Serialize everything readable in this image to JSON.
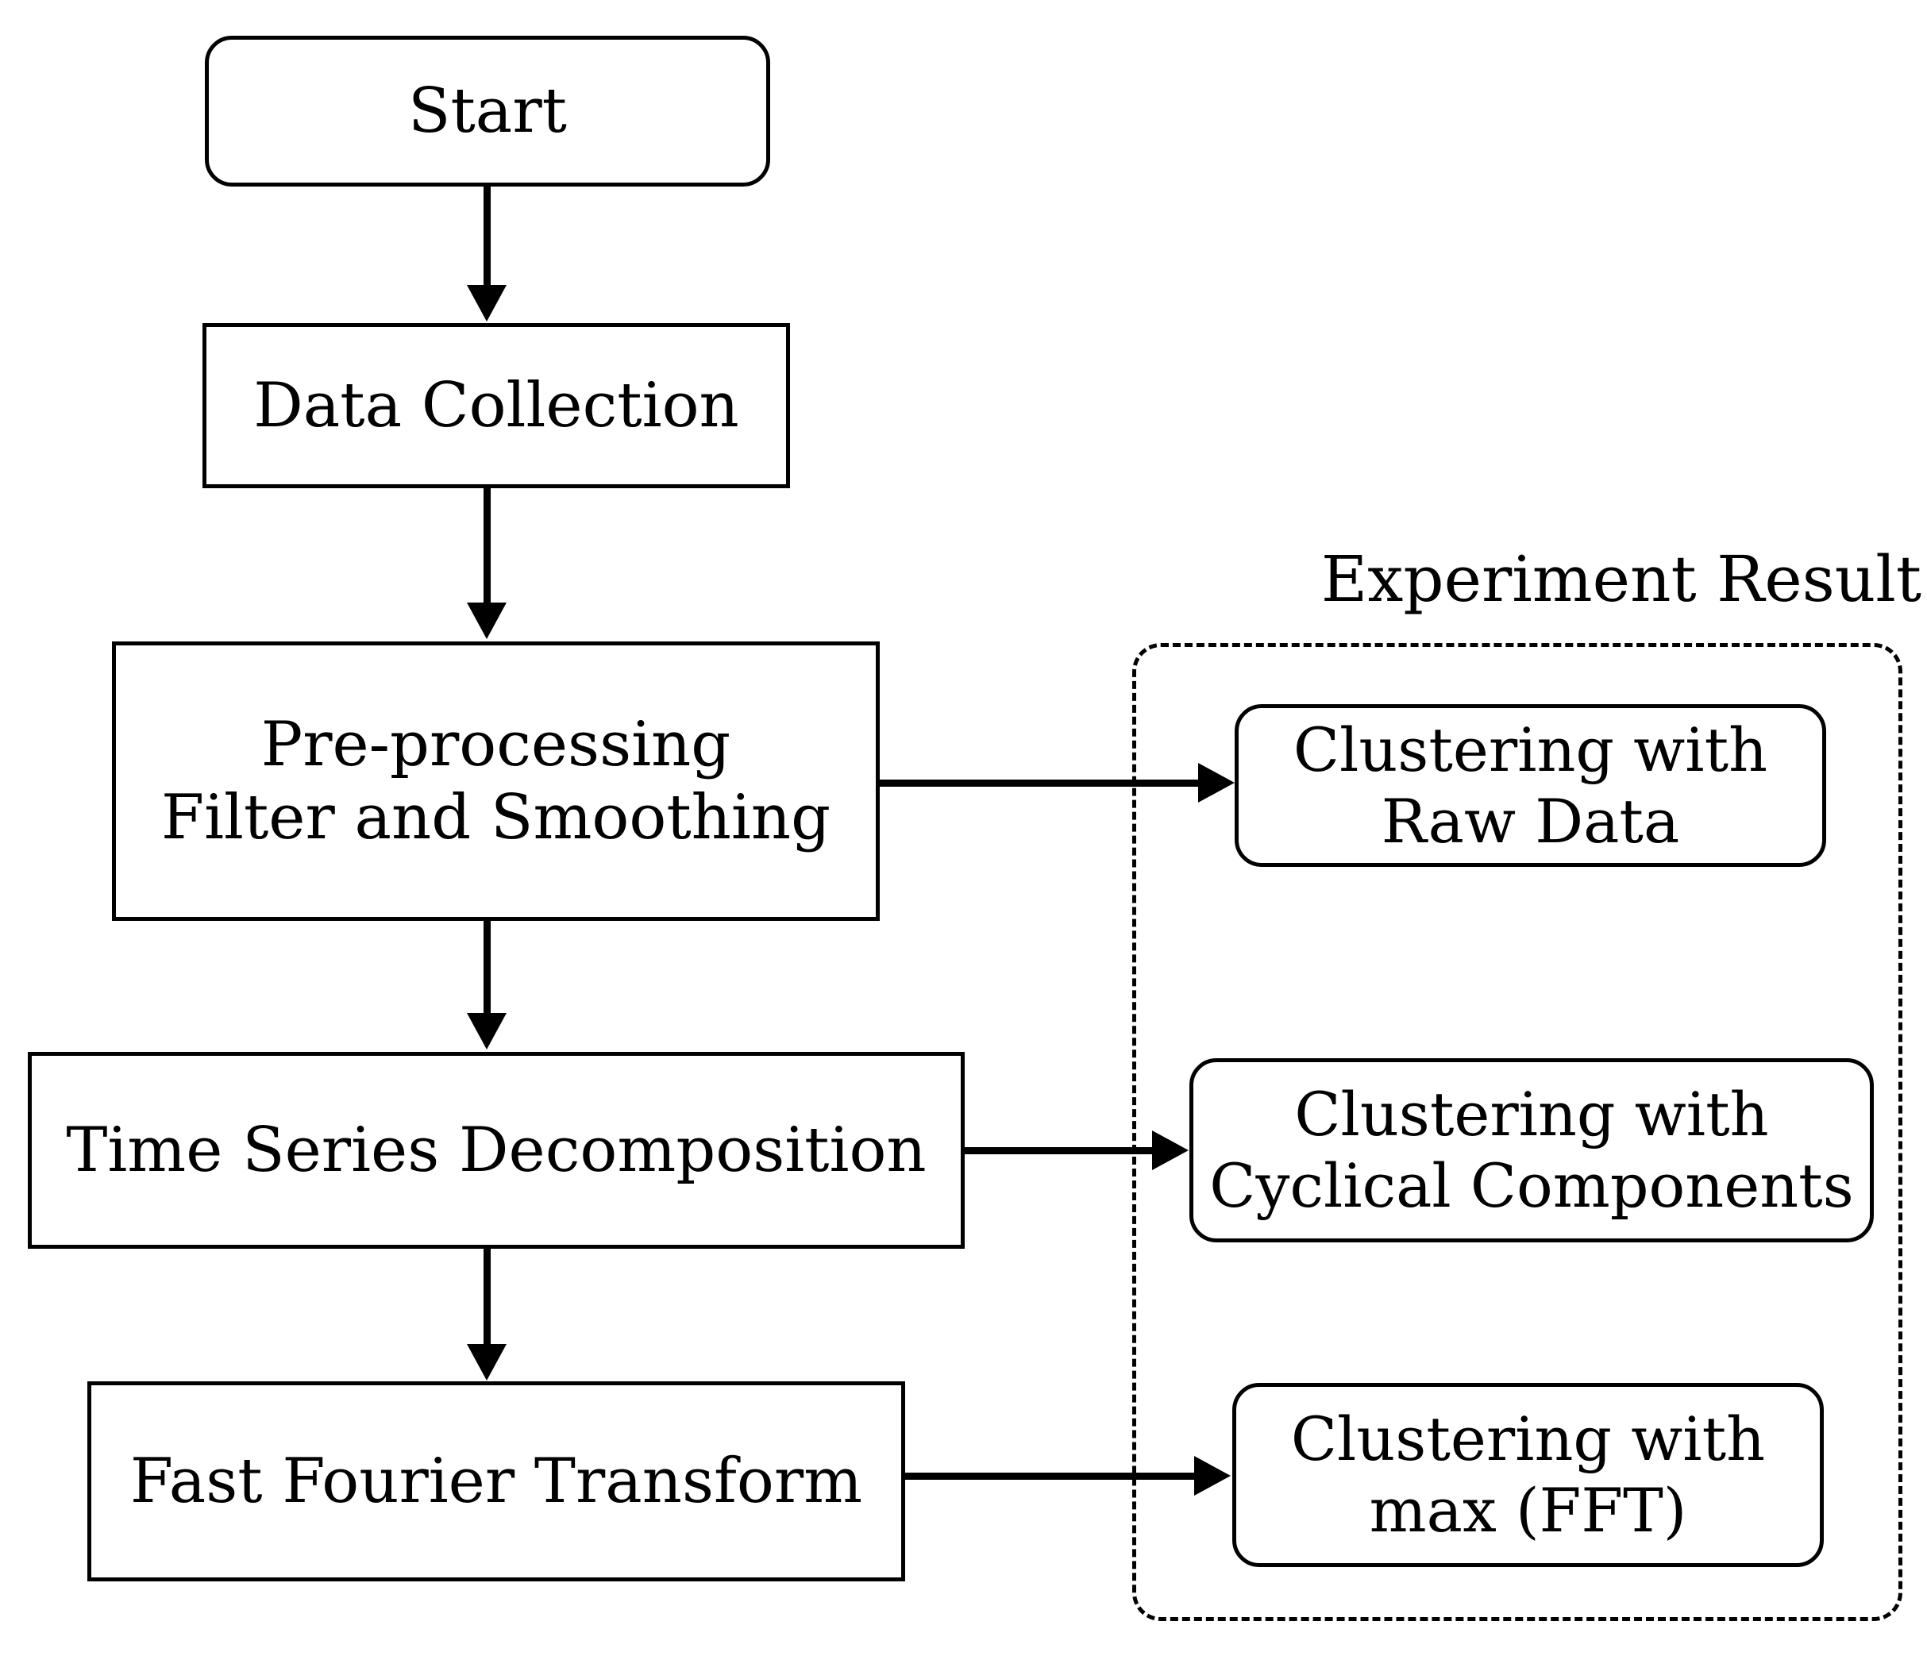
{
  "diagram": {
    "title_visible": false,
    "group_label": "Experiment Result",
    "colors": {
      "stroke": "#000000",
      "background": "#ffffff",
      "text": "#000000"
    },
    "nodes": {
      "start": {
        "label": "Start",
        "shape": "rounded-rectangle"
      },
      "data_collection": {
        "label": "Data Collection",
        "shape": "rectangle"
      },
      "preprocessing": {
        "label": "Pre-processing\nFilter and Smoothing",
        "shape": "rectangle"
      },
      "decomposition": {
        "label": "Time Series Decomposition",
        "shape": "rectangle"
      },
      "fft": {
        "label": "Fast Fourier Transform",
        "shape": "rectangle"
      },
      "cluster_raw": {
        "label": "Clustering with\nRaw Data",
        "shape": "rounded-rectangle"
      },
      "cluster_cyclical": {
        "label": "Clustering with\nCyclical Components",
        "shape": "rounded-rectangle"
      },
      "cluster_fft": {
        "label": "Clustering with\nmax (FFT)",
        "shape": "rounded-rectangle"
      }
    },
    "edges": [
      {
        "from": "start",
        "to": "data_collection",
        "direction": "down",
        "style": "solid-arrow"
      },
      {
        "from": "data_collection",
        "to": "preprocessing",
        "direction": "down",
        "style": "solid-arrow"
      },
      {
        "from": "preprocessing",
        "to": "decomposition",
        "direction": "down",
        "style": "solid-arrow"
      },
      {
        "from": "decomposition",
        "to": "fft",
        "direction": "down",
        "style": "solid-arrow"
      },
      {
        "from": "preprocessing",
        "to": "cluster_raw",
        "direction": "right",
        "style": "solid-arrow"
      },
      {
        "from": "decomposition",
        "to": "cluster_cyclical",
        "direction": "right",
        "style": "solid-arrow"
      },
      {
        "from": "fft",
        "to": "cluster_fft",
        "direction": "right",
        "style": "solid-arrow"
      }
    ],
    "group": {
      "label": "Experiment Result",
      "border_style": "dashed",
      "members": [
        "cluster_raw",
        "cluster_cyclical",
        "cluster_fft"
      ]
    }
  }
}
